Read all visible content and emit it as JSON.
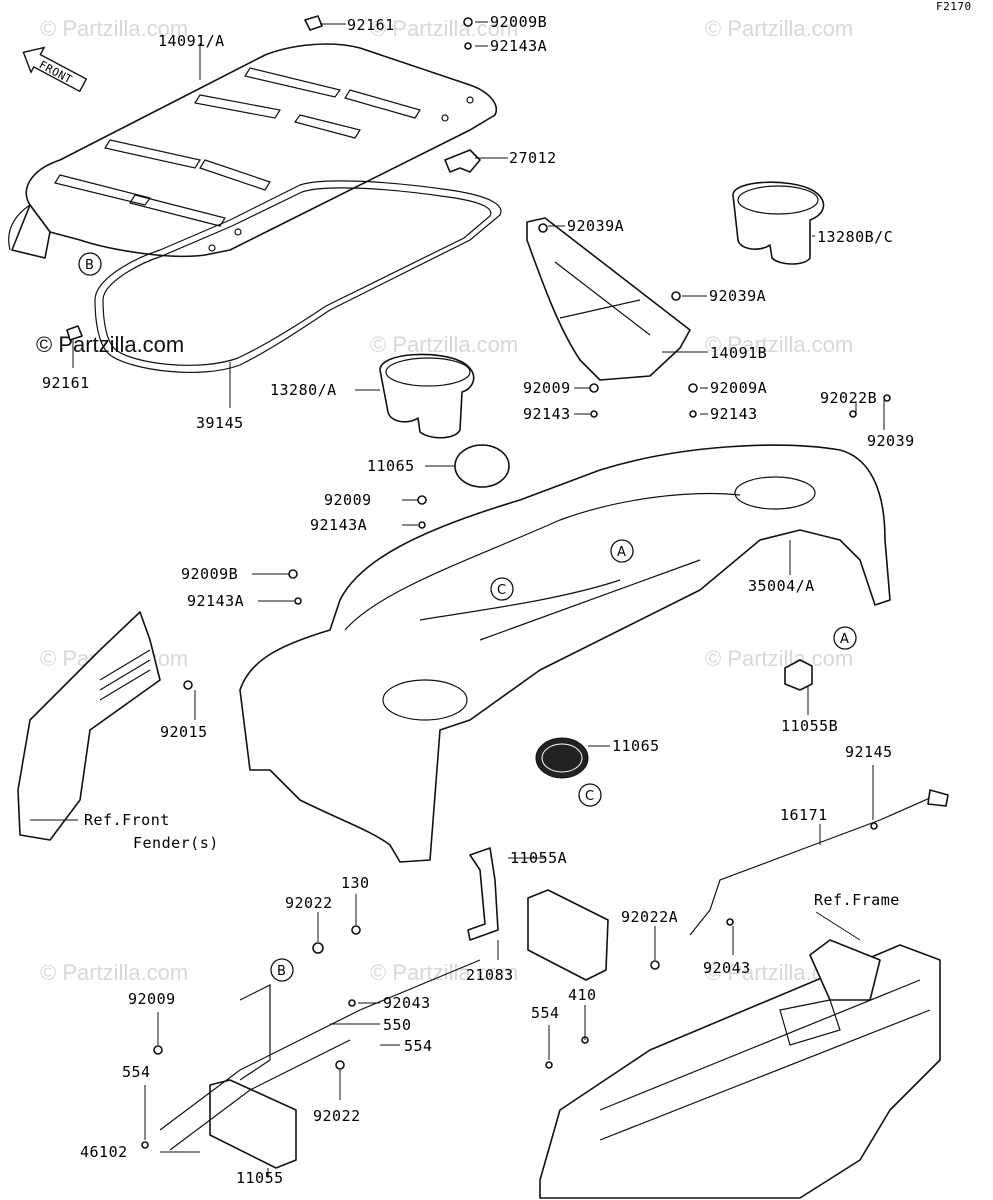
{
  "diagram_code": "F2170",
  "watermark": "© Partzilla.com",
  "front_arrow": "FRONT",
  "callouts": {
    "A": "A",
    "B": "B",
    "C": "C"
  },
  "parts": [
    {
      "id": "p-14091A",
      "label": "14091/A"
    },
    {
      "id": "p-92161-top",
      "label": "92161"
    },
    {
      "id": "p-92009B-top",
      "label": "92009B"
    },
    {
      "id": "p-92143A-top",
      "label": "92143A"
    },
    {
      "id": "p-27012",
      "label": "27012"
    },
    {
      "id": "p-92039A-1",
      "label": "92039A"
    },
    {
      "id": "p-13280BC",
      "label": "13280B/C"
    },
    {
      "id": "p-92039A-2",
      "label": "92039A"
    },
    {
      "id": "p-14091B",
      "label": "14091B"
    },
    {
      "id": "p-92161-left",
      "label": "92161"
    },
    {
      "id": "p-39145",
      "label": "39145"
    },
    {
      "id": "p-13280A",
      "label": "13280/A"
    },
    {
      "id": "p-92009-mid",
      "label": "92009"
    },
    {
      "id": "p-92143-mid",
      "label": "92143"
    },
    {
      "id": "p-92009A",
      "label": "92009A"
    },
    {
      "id": "p-92143-r",
      "label": "92143"
    },
    {
      "id": "p-92022B",
      "label": "92022B"
    },
    {
      "id": "p-92039",
      "label": "92039"
    },
    {
      "id": "p-11065-top",
      "label": "11065"
    },
    {
      "id": "p-92009-l",
      "label": "92009"
    },
    {
      "id": "p-92143A-l",
      "label": "92143A"
    },
    {
      "id": "p-35004A",
      "label": "35004/A"
    },
    {
      "id": "p-92009B-l",
      "label": "92009B"
    },
    {
      "id": "p-92143A-l2",
      "label": "92143A"
    },
    {
      "id": "p-92015",
      "label": "92015"
    },
    {
      "id": "p-11055B",
      "label": "11055B"
    },
    {
      "id": "p-11065-bot",
      "label": "11065"
    },
    {
      "id": "p-92145",
      "label": "92145"
    },
    {
      "id": "p-16171",
      "label": "16171"
    },
    {
      "id": "p-11055A",
      "label": "11055A"
    },
    {
      "id": "p-130",
      "label": "130"
    },
    {
      "id": "p-92022-a",
      "label": "92022"
    },
    {
      "id": "p-92022A",
      "label": "92022A"
    },
    {
      "id": "p-21083",
      "label": "21083"
    },
    {
      "id": "p-92043-r",
      "label": "92043"
    },
    {
      "id": "p-92009-bl",
      "label": "92009"
    },
    {
      "id": "p-92043-c",
      "label": "92043"
    },
    {
      "id": "p-550",
      "label": "550"
    },
    {
      "id": "p-554-c",
      "label": "554"
    },
    {
      "id": "p-410",
      "label": "410"
    },
    {
      "id": "p-554-m",
      "label": "554"
    },
    {
      "id": "p-554-l",
      "label": "554"
    },
    {
      "id": "p-92022-b",
      "label": "92022"
    },
    {
      "id": "p-46102",
      "label": "46102"
    },
    {
      "id": "p-11055",
      "label": "11055"
    }
  ],
  "references": {
    "front_fender_1": "Ref.Front",
    "front_fender_2": "Fender(s)",
    "frame": "Ref.Frame"
  }
}
